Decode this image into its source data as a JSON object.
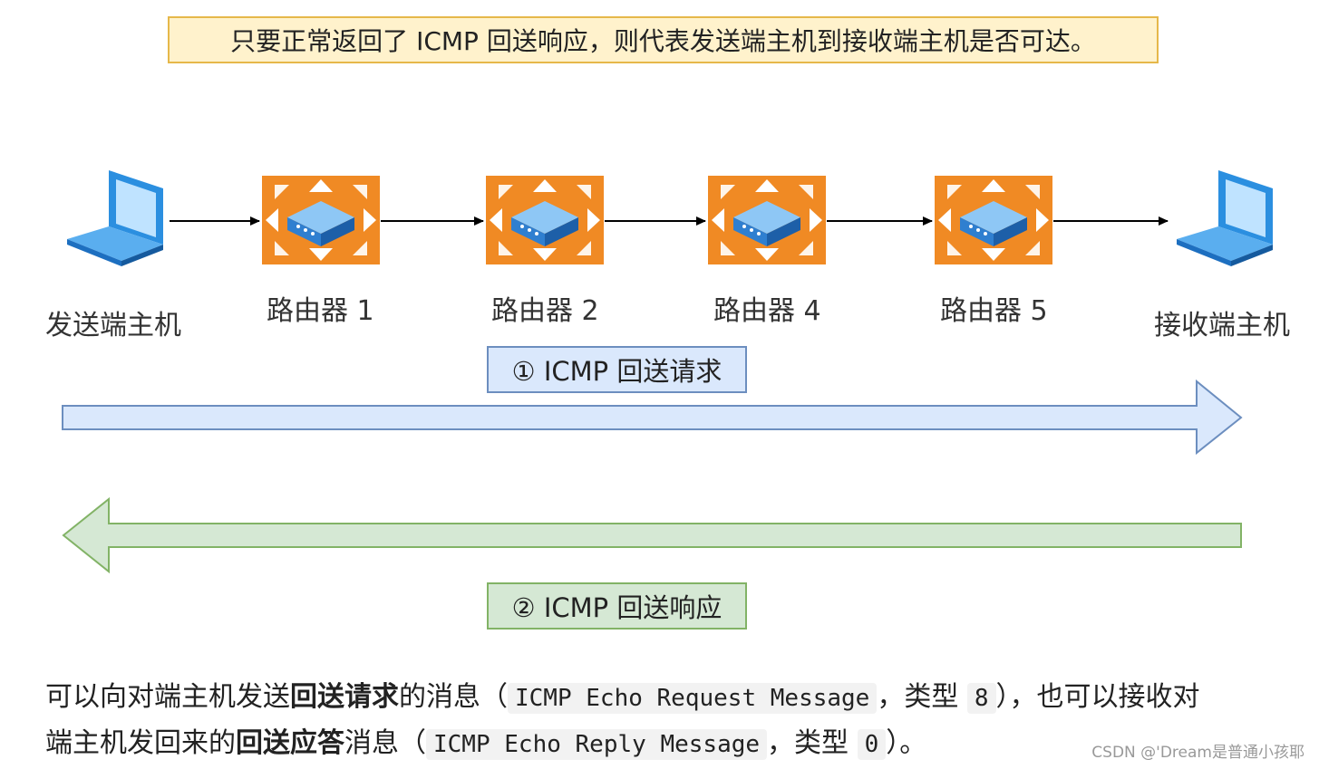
{
  "banner": {
    "text": "只要正常返回了 ICMP 回送响应，则代表发送端主机到接收端主机是否可达。"
  },
  "nodes": [
    {
      "label": "发送端主机",
      "icon": "laptop-icon"
    },
    {
      "label": "路由器 1",
      "icon": "router-icon"
    },
    {
      "label": "路由器 2",
      "icon": "router-icon"
    },
    {
      "label": "路由器 4",
      "icon": "router-icon"
    },
    {
      "label": "路由器 5",
      "icon": "router-icon"
    },
    {
      "label": "接收端主机",
      "icon": "laptop-icon"
    }
  ],
  "flows": {
    "request_label": "① ICMP 回送请求",
    "reply_label": "② ICMP 回送响应"
  },
  "colors": {
    "router_fill": "#f08a24",
    "laptop_blue": "#2b8fe0",
    "request_fill": "#dae8fc",
    "request_stroke": "#6c8ebf",
    "reply_fill": "#d5e8d4",
    "reply_stroke": "#82b366",
    "banner_fill": "#fff2cc",
    "banner_stroke": "#e6b84a"
  },
  "paragraph": {
    "line1": {
      "t1": "可以向对端主机发送",
      "b1": "回送请求",
      "t2": "的消息（",
      "code1": "ICMP Echo Request Message",
      "t3": "，类型",
      "code2": "8",
      "t4": "），也可以接收对"
    },
    "line2": {
      "t1": "端主机发回来的",
      "b1": "回送应答",
      "t2": "消息（",
      "code1": "ICMP Echo Reply Message",
      "t3": "，类型",
      "code2": "0",
      "t4": "）。"
    }
  },
  "watermark": "CSDN @'Dream是普通小孩耶"
}
